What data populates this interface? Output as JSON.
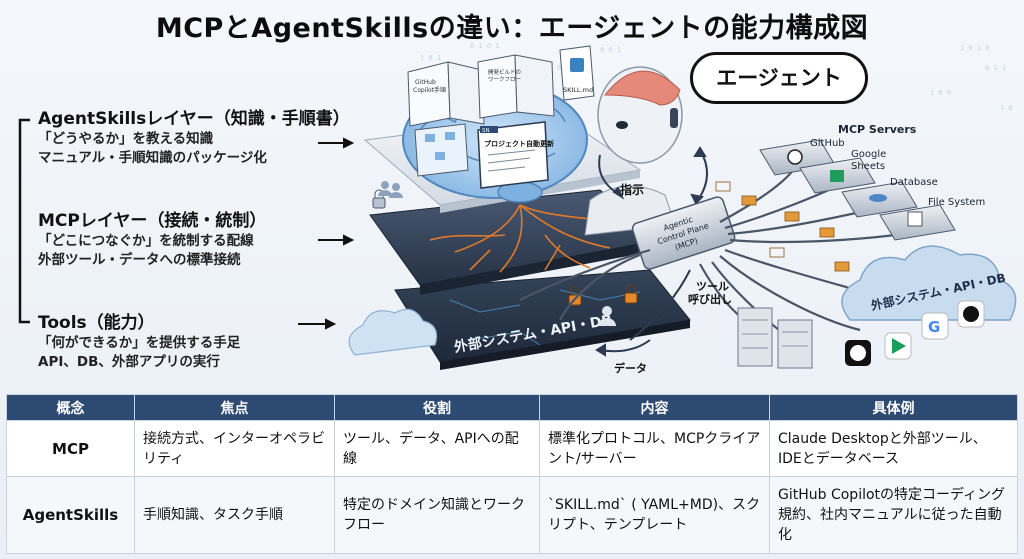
{
  "title": "MCPとAgentSkillsの違い：エージェントの能力構成図",
  "layers": [
    {
      "heading": "AgentSkillsレイヤー（知識・手順書）",
      "line1": "「どうやるか」を教える知識",
      "line2": "マニュアル・手順知識のパッケージ化"
    },
    {
      "heading": "MCPレイヤー（接続・統制）",
      "line1": "「どこにつなぐか」を統制する配線",
      "line2": "外部ツール・データへの標準接続"
    },
    {
      "heading": "Tools（能力）",
      "line1": "「何ができるか」を提供する手足",
      "line2": "API、DB、外部アプリの実行"
    }
  ],
  "diagram": {
    "agent_label": "エージェント",
    "instruction_label": "指示",
    "tool_call_label": "ツール\n呼び出し",
    "tool_call_line1": "ツール",
    "tool_call_line2": "呼び出し",
    "data_label": "データ",
    "control_plane_line1": "Agentic",
    "control_plane_line2": "Control Plane",
    "control_plane_line3": "(MCP)",
    "mcp_servers_label": "MCP Servers",
    "servers": [
      "GitHub",
      "Google\nSheets",
      "Database",
      "File System"
    ],
    "server_github": "GitHub",
    "server_sheets_1": "Google",
    "server_sheets_2": "Sheets",
    "server_database": "Database",
    "server_fs": "File System",
    "external_systems_label": "外部システム・API・DB",
    "book1": "GitHub\nCopilot手順",
    "book2": "開発ビルド\nワークフロー",
    "doc_label": "SKILL.md",
    "book1_a": "GitHub",
    "book1_b": "Copilot手順",
    "book2_a": "開発ビルドの",
    "book2_b": "ワークフロー",
    "screen_label": "プロジェクト自動更新",
    "screen_tag": "SN"
  },
  "table": {
    "headers": [
      "概念",
      "焦点",
      "役割",
      "内容",
      "具体例"
    ],
    "rows": [
      {
        "concept": "MCP",
        "focus": "接続方式、インターオペラビリティ",
        "role": "ツール、データ、APIへの配線",
        "content": "標準化プロトコル、MCPクライアント/サーバー",
        "example": "Claude Desktopと外部ツール、IDEとデータベース"
      },
      {
        "concept": "AgentSkills",
        "focus": "手順知識、タスク手順",
        "role": "特定のドメイン知識とワークフロー",
        "content": "`SKILL.md` ( YAML+MD)、スクリプト、テンプレート",
        "example": "GitHub Copilotの特定コーディング規約、社内マニュアルに従った自動化"
      }
    ]
  },
  "colors": {
    "header_bg": "#2d4a73",
    "accent_orange": "#e07a2a",
    "panel_dark": "#2f3b4e",
    "cloud": "#c7dcef"
  }
}
